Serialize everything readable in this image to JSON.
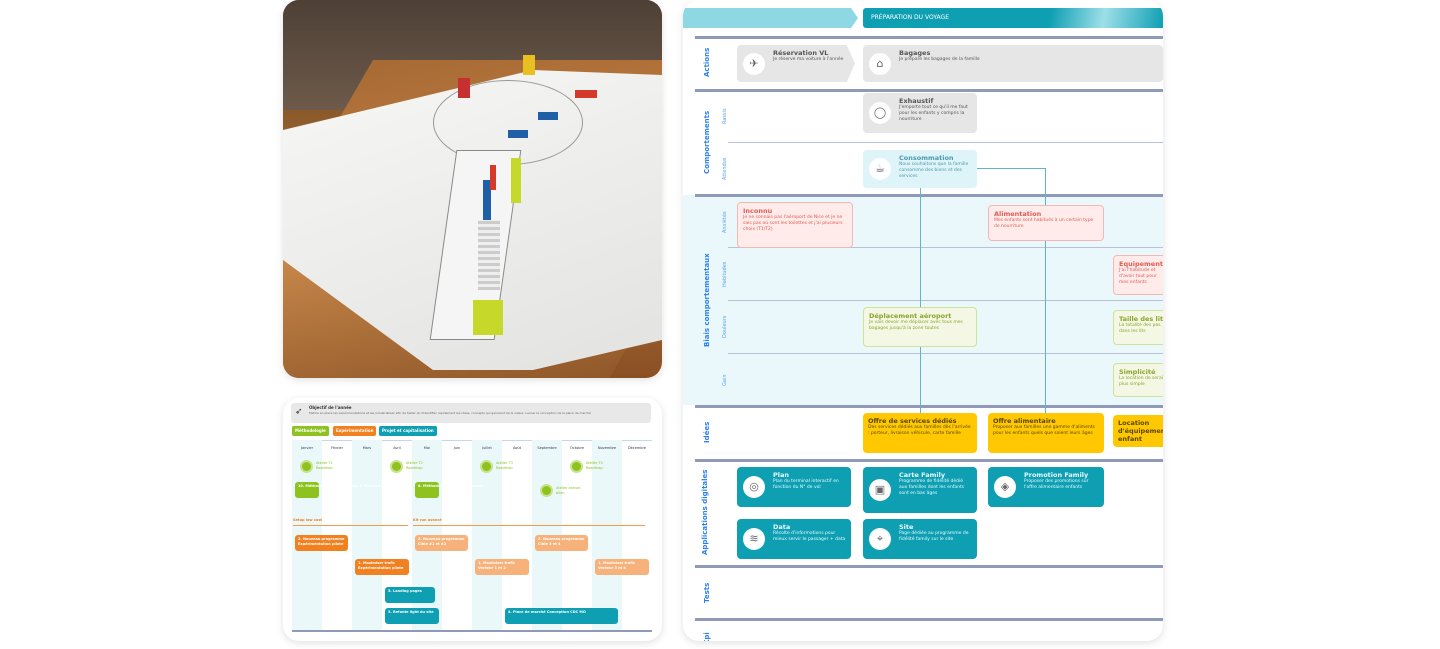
{
  "roadmap": {
    "title": "Objectif de l'année",
    "description": "Mettre en place les expérimentations et les industrialiser afin de tester et d'identifier rapidement les idées, concepts qui generent de la valeur. Lancer la conception de la place de marché",
    "tags": [
      {
        "label": "Méthodologie",
        "color": "#8dc21f"
      },
      {
        "label": "Expérimentation",
        "color": "#f08020"
      },
      {
        "label": "Projet et capitalisation",
        "color": "#0e9fb3"
      }
    ],
    "months": [
      "Janvier",
      "Février",
      "Mars",
      "Avril",
      "Mai",
      "Juin",
      "Juillet",
      "Août",
      "Septembre",
      "Octobre",
      "Novembre",
      "Décembre"
    ],
    "ateliers": [
      "Atelier T1 Roadmap",
      "Atelier T2 Roadmap",
      "Atelier T3 Roadmap",
      "Atelier T4 Roadmap"
    ],
    "methodo_items": [
      "10. Méthodologie Planification & Priorisation",
      "8. Méthodologie Industrialisation"
    ],
    "annual": "Atelier annuel bilan",
    "phases": [
      "Setup low cost",
      "Kit run avancé"
    ],
    "items": [
      "2. Nouveau programme Expérimentation pilote",
      "2. Nouveau programme Cible #1 et #2",
      "2. Nouveau programme Cible 3 et 4",
      "1. Maximiser trafic Expérimentation pilote",
      "1. Maximiser trafic Vecteur 1 et 2",
      "1. Maximiser trafic Vecteur 3 et 4",
      "5. Landing pages",
      "3. Refonte light du site",
      "4. Place de marché Conception CDC MO"
    ]
  },
  "journey": {
    "phases": [
      "",
      "PRÉPARATION DU VOYAGE"
    ],
    "lanes": [
      "Actions",
      "Comportements",
      "Biais comportementaux",
      "Idées",
      "Applications digitales",
      "Tests",
      "Kpi"
    ],
    "sublanes": [
      "Rassis",
      "Attendus",
      "Anxiétés",
      "Habitudes",
      "Douleurs",
      "Gain"
    ],
    "cards": [
      {
        "id": "reservation",
        "title": "Réservation VL",
        "text": "Je réserve ma voiture à l'année",
        "style": "grey",
        "icon": "car-icon",
        "glyph": "✈"
      },
      {
        "id": "bagages",
        "title": "Bagages",
        "text": "Je prépare les bagages de la famille",
        "style": "grey",
        "icon": "bag-icon",
        "glyph": "⌂"
      },
      {
        "id": "exhaustif",
        "title": "Exhaustif",
        "text": "J'emporte tout ce qu'il me faut pour les enfants y compris la nourriture",
        "style": "grey",
        "icon": "apple-icon",
        "glyph": "◯"
      },
      {
        "id": "consommation",
        "title": "Consommation",
        "text": "Nous souhaitons que la famille consomme des biens et des services",
        "style": "lblue",
        "icon": "cup-icon",
        "glyph": "☕"
      },
      {
        "id": "inconnu",
        "title": "Inconnu",
        "text": "Je ne connais pas l'aéroport de Nice et je ne sais pas où sont les toilettes et j'ai plusieurs choix (T1/T2)",
        "style": "red"
      },
      {
        "id": "alimentation",
        "title": "Alimentation",
        "text": "Mes enfants sont habitués à un certain type de nourriture",
        "style": "red"
      },
      {
        "id": "equipement",
        "title": "Equipement",
        "text": "J'ai l'habitude et d'avoir tout pour mes enfants",
        "style": "red"
      },
      {
        "id": "deplacement",
        "title": "Déplacement aéroport",
        "text": "Je vais devoir me déplacer avec tous mes bagages jusqu'à la zone toutes",
        "style": "green"
      },
      {
        "id": "taille",
        "title": "Taille des lits",
        "text": "La totalité des pas dans les lits",
        "style": "green"
      },
      {
        "id": "simplicite",
        "title": "Simplicité",
        "text": "La location de serait plus simple",
        "style": "green"
      },
      {
        "id": "offre-services",
        "title": "Offre de services dédiés",
        "text": "Des services dédiés aux familles dès l'arrivée : porteur, livraison véhicule, carte famille",
        "style": "yellow"
      },
      {
        "id": "offre-alimentaire",
        "title": "Offre alimentaire",
        "text": "Proposer aux familles une gamme d'aliments pour les enfants quels que soient leurs âges",
        "style": "yellow"
      },
      {
        "id": "location",
        "title": "Location d'équipement enfant",
        "text": "",
        "style": "yellow"
      },
      {
        "id": "plan",
        "title": "Plan",
        "text": "Plan du terminal interactif en fonction du N° de vol",
        "style": "teal",
        "icon": "location-icon",
        "glyph": "◎"
      },
      {
        "id": "carte",
        "title": "Carte Family",
        "text": "Programme de fidélité dédié aux familles dont les enfants sont en bas âges",
        "style": "teal",
        "icon": "card-icon",
        "glyph": "▣"
      },
      {
        "id": "promotion",
        "title": "Promotion Family",
        "text": "Proposer des promotions sur l'offre alimentaire enfants",
        "style": "teal",
        "icon": "tag-icon",
        "glyph": "◈"
      },
      {
        "id": "data",
        "title": "Data",
        "text": "Récolte d'informations pour mieux servir le passager + data",
        "style": "teal",
        "icon": "wifi-icon",
        "glyph": "≋"
      },
      {
        "id": "site",
        "title": "Site",
        "text": "Page dédiée au programme de fidélité family sur le site",
        "style": "teal",
        "icon": "map-pin-icon",
        "glyph": "⌖"
      }
    ]
  }
}
